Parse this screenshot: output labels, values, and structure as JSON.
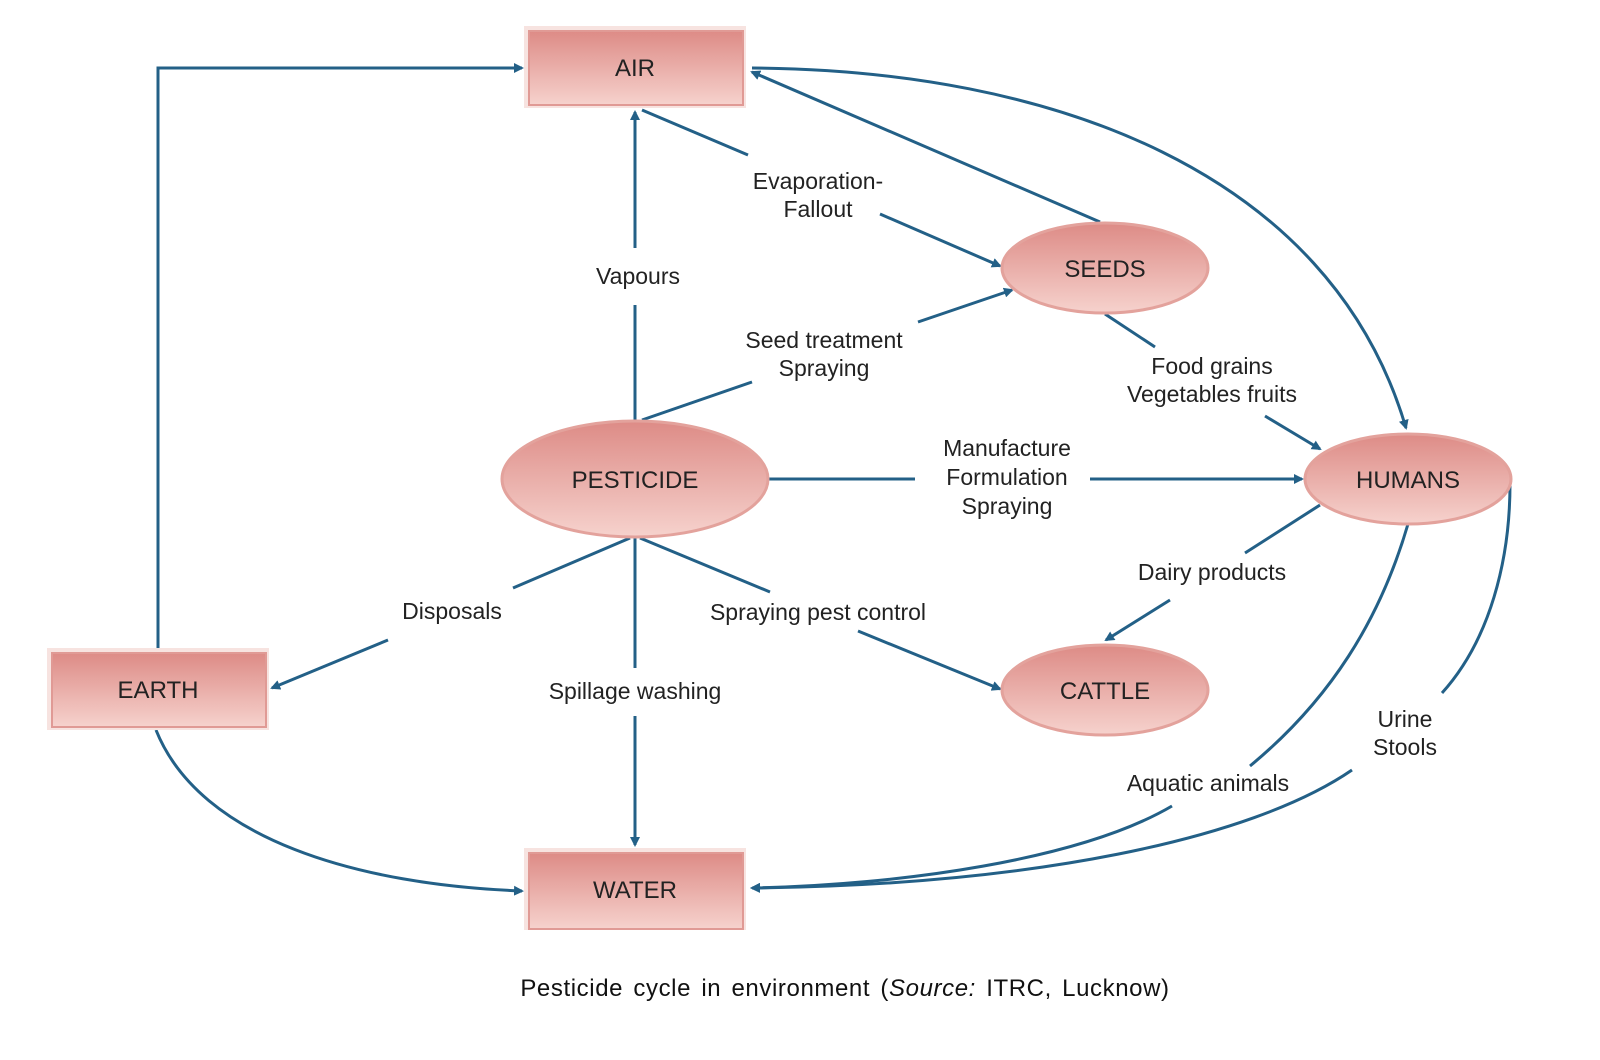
{
  "colors": {
    "node_fill_top": "#dd8b86",
    "node_fill_bottom": "#f6d2cd",
    "node_border": "#e2a29c",
    "edge": "#236087",
    "text": "#222222"
  },
  "nodes": [
    {
      "id": "air",
      "label": "AIR",
      "shape": "rect"
    },
    {
      "id": "earth",
      "label": "EARTH",
      "shape": "rect"
    },
    {
      "id": "water",
      "label": "WATER",
      "shape": "rect"
    },
    {
      "id": "pesticide",
      "label": "PESTICIDE",
      "shape": "ellipse"
    },
    {
      "id": "seeds",
      "label": "SEEDS",
      "shape": "ellipse"
    },
    {
      "id": "humans",
      "label": "HUMANS",
      "shape": "ellipse"
    },
    {
      "id": "cattle",
      "label": "CATTLE",
      "shape": "ellipse"
    }
  ],
  "edges": [
    {
      "id": "earth-air",
      "from": "earth",
      "to": "air",
      "label": []
    },
    {
      "id": "pesticide-air",
      "from": "pesticide",
      "to": "air",
      "label": [
        "Vapours"
      ]
    },
    {
      "id": "air-seeds",
      "from": "air",
      "to": "seeds",
      "label": [
        "Evaporation-",
        "Fallout"
      ]
    },
    {
      "id": "seeds-air",
      "from": "seeds",
      "to": "air",
      "label": []
    },
    {
      "id": "air-humans",
      "from": "air",
      "to": "humans",
      "label": []
    },
    {
      "id": "pesticide-seeds",
      "from": "pesticide",
      "to": "seeds",
      "label": [
        "Seed treatment",
        "Spraying"
      ]
    },
    {
      "id": "seeds-humans",
      "from": "seeds",
      "to": "humans",
      "label": [
        "Food grains",
        "Vegetables fruits"
      ]
    },
    {
      "id": "pesticide-humans",
      "from": "pesticide",
      "to": "humans",
      "label": [
        "Manufacture",
        "Formulation",
        "Spraying"
      ]
    },
    {
      "id": "humans-cattle",
      "from": "humans",
      "to": "cattle",
      "label": [
        "Dairy products"
      ]
    },
    {
      "id": "pesticide-earth",
      "from": "pesticide",
      "to": "earth",
      "label": [
        "Disposals"
      ]
    },
    {
      "id": "pesticide-water",
      "from": "pesticide",
      "to": "water",
      "label": [
        "Spillage washing"
      ]
    },
    {
      "id": "pesticide-cattle",
      "from": "pesticide",
      "to": "cattle",
      "label": [
        "Spraying pest control"
      ]
    },
    {
      "id": "earth-water",
      "from": "earth",
      "to": "water",
      "label": []
    },
    {
      "id": "humans-water-aquatic",
      "from": "humans",
      "to": "water",
      "label": [
        "Aquatic animals"
      ]
    },
    {
      "id": "humans-water-urine",
      "from": "humans",
      "to": "water",
      "label": [
        "Urine",
        "Stools"
      ]
    }
  ],
  "caption": {
    "prefix": "Pesticide cycle in environment (",
    "source_label": "Source:",
    "suffix": " ITRC, Lucknow)"
  }
}
